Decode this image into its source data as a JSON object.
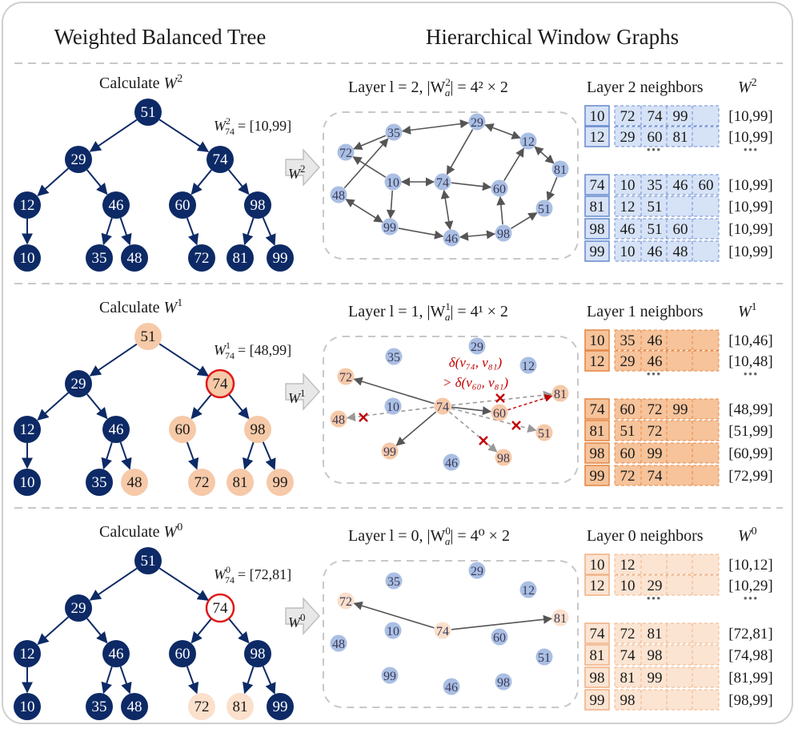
{
  "headers": {
    "left": "Weighted Balanced Tree",
    "right": "Hierarchical Window Graphs"
  },
  "colors": {
    "dark_node": "#0d2a66",
    "orange_node": "#f6c9a8",
    "light_orange_node": "#fbe0cc",
    "blue_node": "#aabfe3",
    "red_ring": "#e01818",
    "blue_cell": "#d6e2f6",
    "blue_border": "#6d8fd0",
    "orange_cell": "#f6c39a",
    "orange_border": "#e58a4a",
    "light_cell": "#fbe4d2",
    "light_border": "#f0b48a"
  },
  "rows": [
    {
      "calc_label": "Calculate",
      "calc_symbol": "W",
      "calc_sup": "2",
      "window_label": "W",
      "window_sup": "2",
      "window_sub": "74",
      "window_value": "= [10,99]",
      "arrow_symbol": "W",
      "arrow_sup": "2",
      "layer_text": "Layer l = 2, |W",
      "layer_sub": "a",
      "layer_sup": "2",
      "layer_tail": "| = 4² × 2",
      "neighbors_title": "Layer 2 neighbors",
      "neighbors_symbol": "W",
      "neighbors_sup": "2",
      "table": [
        {
          "id": "10",
          "neighbors": [
            "72",
            "74",
            "99",
            ""
          ],
          "range": "[10,99]"
        },
        {
          "id": "12",
          "neighbors": [
            "29",
            "60",
            "81",
            ""
          ],
          "range": "[10,99]"
        },
        {
          "id": "74",
          "neighbors": [
            "10",
            "35",
            "46",
            "60"
          ],
          "range": "[10,99]"
        },
        {
          "id": "81",
          "neighbors": [
            "12",
            "51",
            "",
            ""
          ],
          "range": "[10,99]"
        },
        {
          "id": "98",
          "neighbors": [
            "46",
            "51",
            "60",
            ""
          ],
          "range": "[10,99]"
        },
        {
          "id": "99",
          "neighbors": [
            "10",
            "46",
            "48",
            ""
          ],
          "range": "[10,99]"
        }
      ]
    },
    {
      "calc_label": "Calculate",
      "calc_symbol": "W",
      "calc_sup": "1",
      "window_label": "W",
      "window_sup": "1",
      "window_sub": "74",
      "window_value": "= [48,99]",
      "arrow_symbol": "W",
      "arrow_sup": "1",
      "layer_text": "Layer l = 1, |W",
      "layer_sub": "a",
      "layer_sup": "1",
      "layer_tail": "| = 4¹ × 2",
      "neighbors_title": "Layer 1 neighbors",
      "neighbors_symbol": "W",
      "neighbors_sup": "1",
      "annotation_line1": "δ(v₇₄, v₈₁)",
      "annotation_line2": "> δ(v₆₀, v₈₁)",
      "table": [
        {
          "id": "10",
          "neighbors": [
            "35",
            "46",
            "",
            ""
          ],
          "range": "[10,46]"
        },
        {
          "id": "12",
          "neighbors": [
            "29",
            "46",
            "",
            ""
          ],
          "range": "[10,48]"
        },
        {
          "id": "74",
          "neighbors": [
            "60",
            "72",
            "99",
            ""
          ],
          "range": "[48,99]"
        },
        {
          "id": "81",
          "neighbors": [
            "51",
            "72",
            "",
            ""
          ],
          "range": "[51,99]"
        },
        {
          "id": "98",
          "neighbors": [
            "60",
            "99",
            "",
            ""
          ],
          "range": "[60,99]"
        },
        {
          "id": "99",
          "neighbors": [
            "72",
            "74",
            "",
            ""
          ],
          "range": "[72,99]"
        }
      ]
    },
    {
      "calc_label": "Calculate",
      "calc_symbol": "W",
      "calc_sup": "0",
      "window_label": "W",
      "window_sup": "0",
      "window_sub": "74",
      "window_value": "= [72,81]",
      "arrow_symbol": "W",
      "arrow_sup": "0",
      "layer_text": "Layer l = 0, |W",
      "layer_sub": "a",
      "layer_sup": "0",
      "layer_tail": "| = 4⁰ × 2",
      "neighbors_title": "Layer 0 neighbors",
      "neighbors_symbol": "W",
      "neighbors_sup": "0",
      "table": [
        {
          "id": "10",
          "neighbors": [
            "12",
            "",
            "",
            ""
          ],
          "range": "[10,12]"
        },
        {
          "id": "12",
          "neighbors": [
            "10",
            "29",
            "",
            ""
          ],
          "range": "[10,29]"
        },
        {
          "id": "74",
          "neighbors": [
            "72",
            "81",
            "",
            ""
          ],
          "range": "[72,81]"
        },
        {
          "id": "81",
          "neighbors": [
            "74",
            "98",
            "",
            ""
          ],
          "range": "[74,98]"
        },
        {
          "id": "98",
          "neighbors": [
            "81",
            "99",
            "",
            ""
          ],
          "range": "[81,99]"
        },
        {
          "id": "99",
          "neighbors": [
            "98",
            "",
            "",
            ""
          ],
          "range": "[98,99]"
        }
      ]
    }
  ],
  "tree_nodes": [
    "51",
    "29",
    "74",
    "12",
    "46",
    "60",
    "98",
    "10",
    "35",
    "48",
    "72",
    "81",
    "99"
  ],
  "graph_nodes": [
    "35",
    "29",
    "12",
    "72",
    "81",
    "10",
    "74",
    "60",
    "48",
    "51",
    "99",
    "46",
    "98"
  ],
  "ellipsis": "•••"
}
